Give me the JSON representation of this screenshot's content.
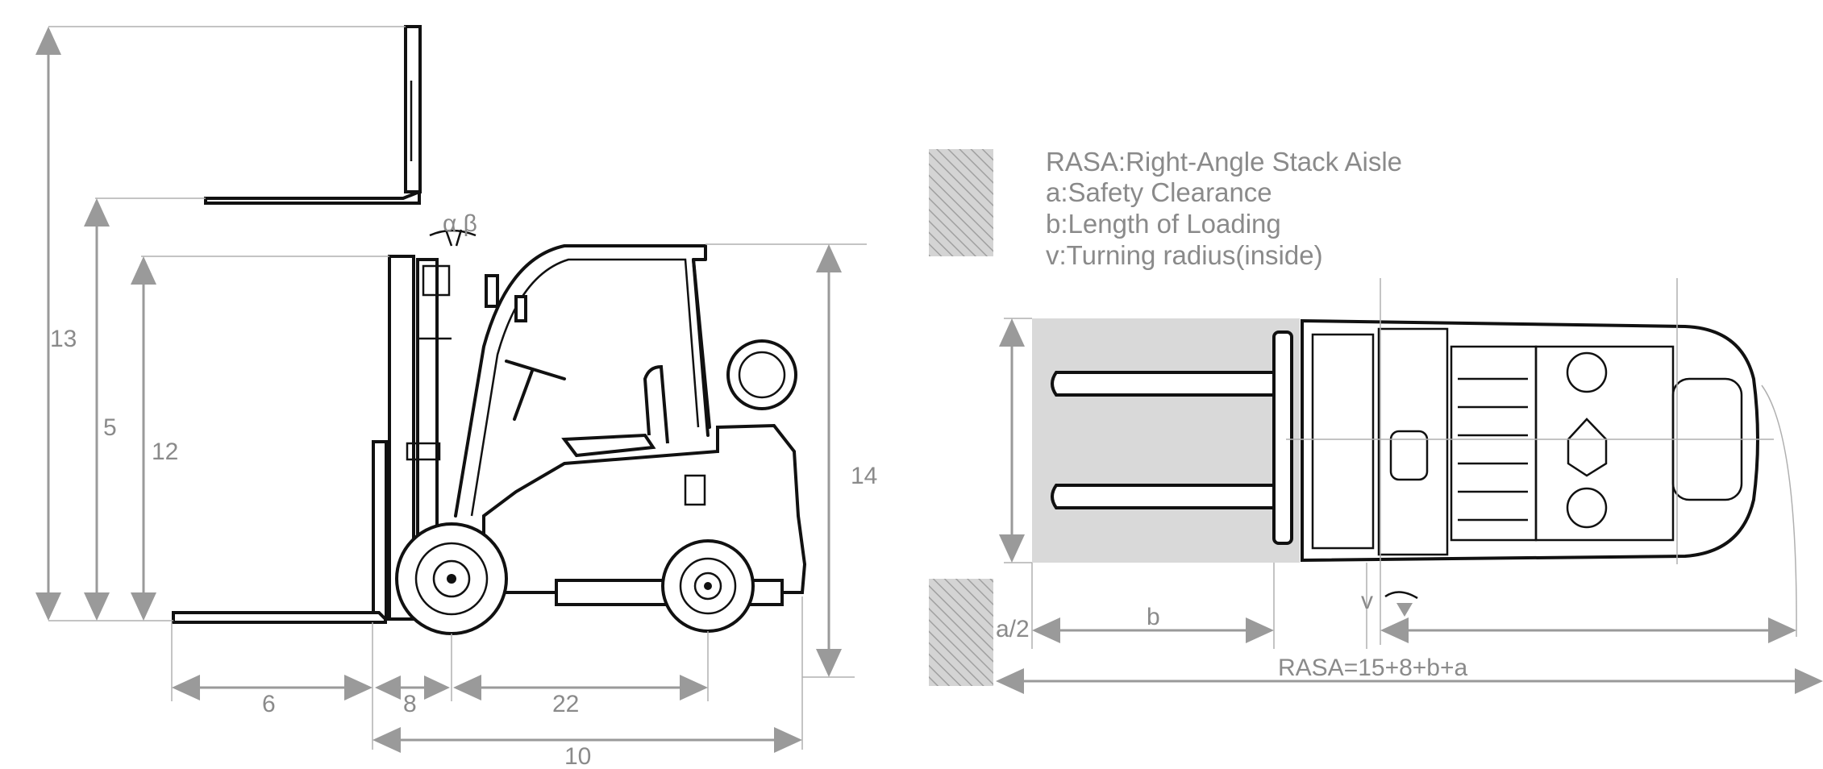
{
  "side_view": {
    "dim_labels": {
      "d13": "13",
      "d5": "5",
      "d12": "12",
      "d14": "14",
      "d6": "6",
      "d8": "8",
      "d22": "22",
      "d10": "10"
    },
    "tilt_symbol": "α β"
  },
  "top_view": {
    "legend": [
      "RASA:Right-Angle Stack Aisle",
      "a:Safety Clearance",
      "b:Length of Loading",
      "v:Turning radius(inside)"
    ],
    "dim_labels": {
      "a_half": "a/2",
      "b": "b",
      "v": "v",
      "rasa": "RASA=15+8+b+a"
    }
  },
  "colors": {
    "dimension": "#9a9a9a",
    "label": "#8a8a8a",
    "outline": "#111111",
    "load_fill": "#d9d9d9",
    "hatch": "#a0a0a0"
  }
}
